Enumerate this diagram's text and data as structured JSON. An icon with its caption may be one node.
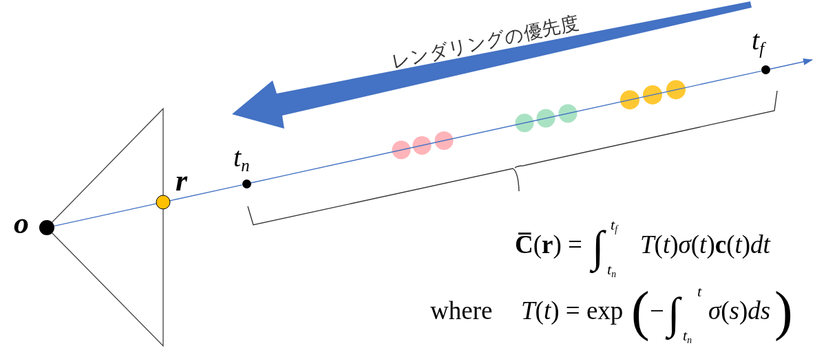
{
  "diagram": {
    "nodes": [
      {
        "text": [],
        "shape": "circle",
        "beside": [
          "o"
        ]
      },
      {
        "text": [],
        "shape": "circle",
        "beside": [
          "r"
        ]
      },
      {
        "text": [],
        "shape": "circle",
        "beside": [
          "t$_{n}$"
        ]
      },
      {
        "text": [],
        "shape": "circle",
        "beside": [
          "t$_{f}$"
        ]
      }
    ],
    "edges": [
      {
        "from": 0,
        "to": 1,
        "arrow": "none"
      },
      {
        "from": 1,
        "to": 2,
        "arrow": "none"
      },
      {
        "from": 2,
        "to": 3,
        "arrow": "none"
      },
      {
        "from": 3,
        "to": null,
        "arrow": "to"
      }
    ],
    "labels": [
      "レンダリングの優先度",
      "**C̅**(**r**) =",
      "∫",
      "t$_{f}$",
      "t$_{n}$",
      "*T*(*t*)*σ*(*t*)**c**(*t*)*dt*",
      "where",
      "*T*(*t*) = exp",
      "(",
      "−",
      "∫",
      "t",
      "t$_{n}$",
      "*σ*(*s*)*ds*",
      ")"
    ]
  }
}
